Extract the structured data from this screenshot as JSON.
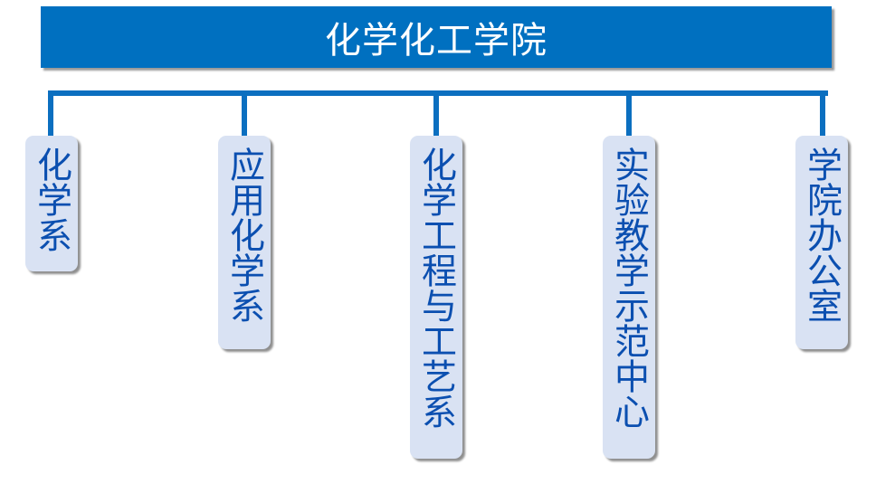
{
  "title": "化学化工学院",
  "colors": {
    "title_bg": "#0070c0",
    "title_text": "#ffffff",
    "connector": "#0b6fc0",
    "box_bg": "#d9e2f3",
    "box_text": "#0b4fb0"
  },
  "departments": [
    {
      "label": "化学系"
    },
    {
      "label": "应用化学系"
    },
    {
      "label": "化学工程与工艺系"
    },
    {
      "label": "实验教学示范中心"
    },
    {
      "label": "学院办公室"
    }
  ]
}
